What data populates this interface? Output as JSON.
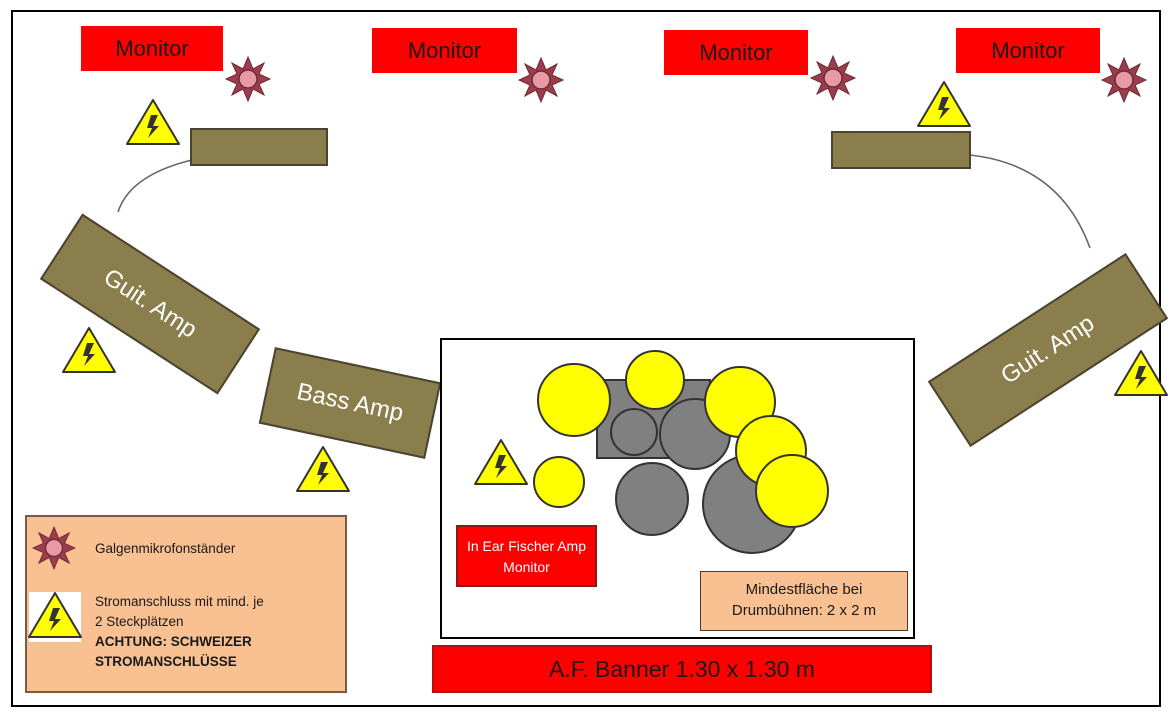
{
  "monitors": [
    "Monitor",
    "Monitor",
    "Monitor",
    "Monitor"
  ],
  "amps": {
    "guitar_left": "Guit. Amp",
    "guitar_right": "Guit. Amp",
    "bass": "Bass Amp"
  },
  "drums": {
    "in_ear_label": "In Ear Fischer Amp Monitor",
    "min_area_label": "Mindestfläche bei Drumbühnen: 2 x 2 m"
  },
  "banner": "A.F. Banner 1.30 x 1.30 m",
  "legend": {
    "boom_stand": "Galgenmikrofonständer",
    "power_line1": "Stromanschluss mit mind. je",
    "power_line2": "2 Steckplätzen",
    "warning_line1": "ACHTUNG: SCHWEIZER",
    "warning_line2": "STROMANSCHLÜSSE"
  },
  "colors": {
    "monitor": "#ff0000",
    "amp": "#8b7e4d",
    "cymbal": "#ffff00",
    "drum": "#808080",
    "legend_bg": "#f9c091",
    "warning": "#ffff00",
    "mic_stand": "#9b3d4b"
  },
  "icons": [
    "boom-mic-stand-icon",
    "power-outlet-warning-icon"
  ]
}
